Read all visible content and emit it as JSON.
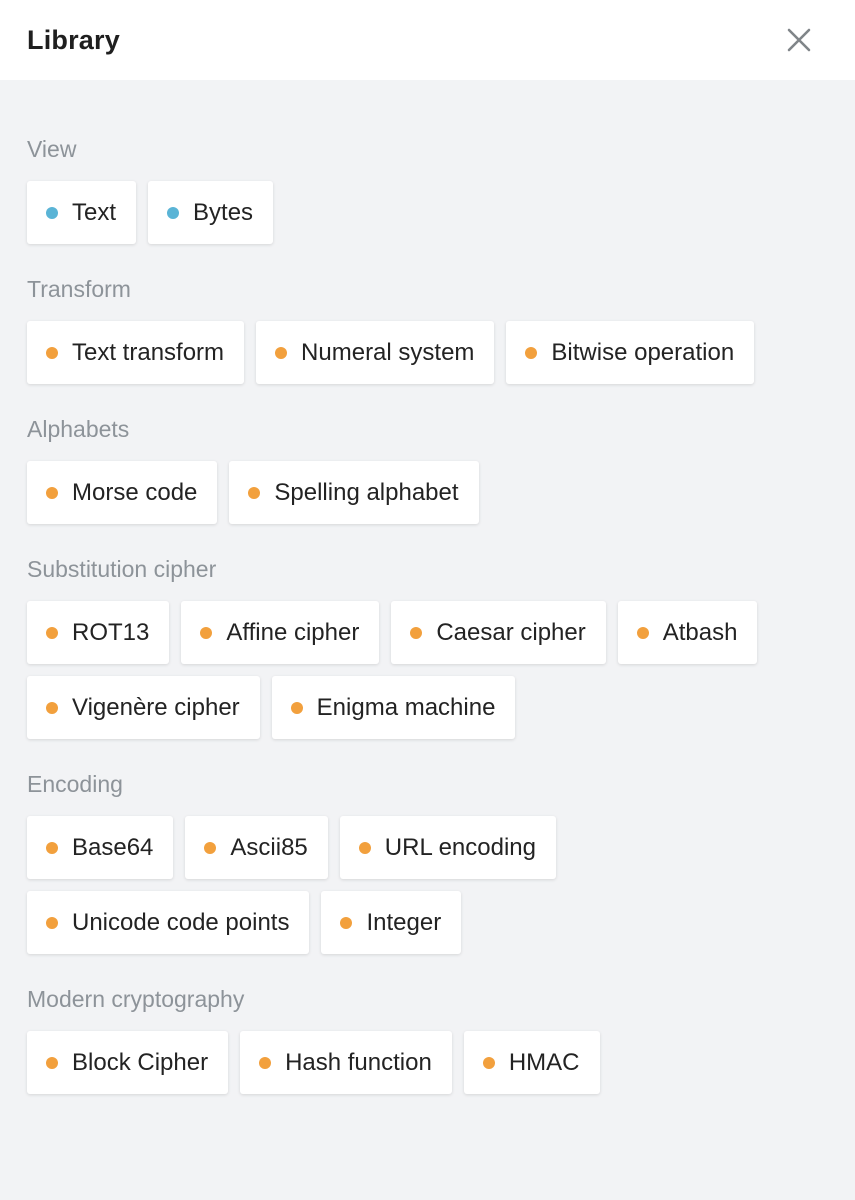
{
  "header": {
    "title": "Library"
  },
  "colors": {
    "view_dot": "#5ab4d6",
    "op_dot": "#f2a03d"
  },
  "sections": [
    {
      "title": "View",
      "dot": "#5ab4d6",
      "items": [
        "Text",
        "Bytes"
      ]
    },
    {
      "title": "Transform",
      "dot": "#f2a03d",
      "items": [
        "Text transform",
        "Numeral system",
        "Bitwise operation"
      ]
    },
    {
      "title": "Alphabets",
      "dot": "#f2a03d",
      "items": [
        "Morse code",
        "Spelling alphabet"
      ]
    },
    {
      "title": "Substitution cipher",
      "dot": "#f2a03d",
      "items": [
        "ROT13",
        "Affine cipher",
        "Caesar cipher",
        "Atbash",
        "Vigenère cipher",
        "Enigma machine"
      ]
    },
    {
      "title": "Encoding",
      "dot": "#f2a03d",
      "items": [
        "Base64",
        "Ascii85",
        "URL encoding",
        "Unicode code points",
        "Integer"
      ]
    },
    {
      "title": "Modern cryptography",
      "dot": "#f2a03d",
      "items": [
        "Block Cipher",
        "Hash function",
        "HMAC"
      ]
    }
  ]
}
